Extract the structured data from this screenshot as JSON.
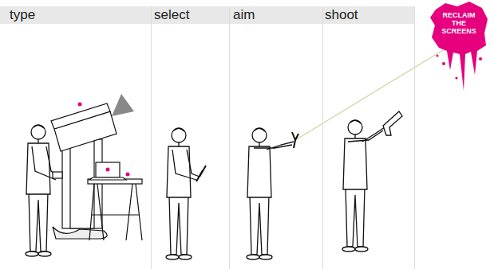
{
  "diagram": {
    "nodes": [
      {
        "text": [
          "type"
        ]
      },
      {
        "text": [
          "select"
        ]
      },
      {
        "text": [
          "aim"
        ]
      },
      {
        "text": [
          "shoot"
        ]
      },
      {
        "text": [
          "RECLAIM THE SCREENS"
        ]
      }
    ]
  }
}
